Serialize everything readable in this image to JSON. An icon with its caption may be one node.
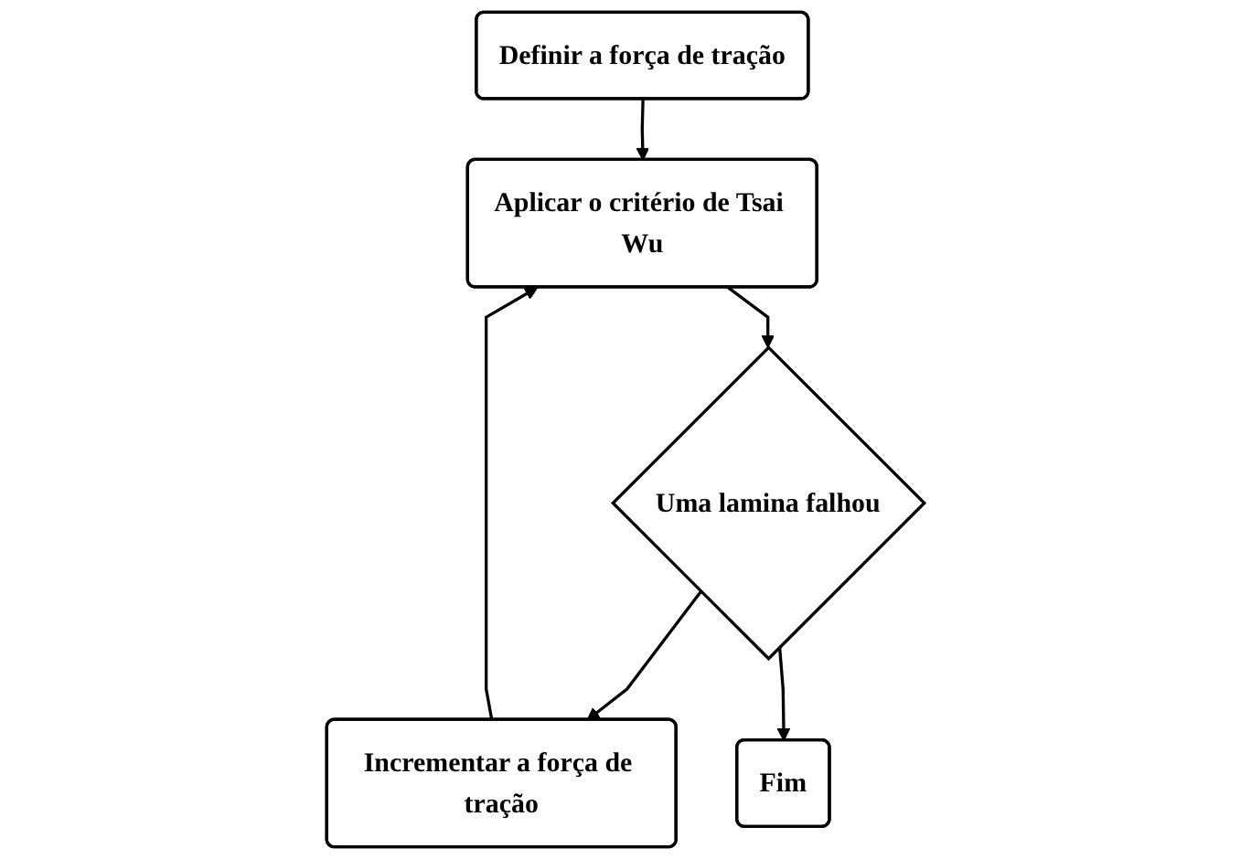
{
  "diagram": {
    "nodes": [
      {
        "text": [
          "Definir a força de tração"
        ]
      },
      {
        "text": [
          "Aplicar o critério de Tsai Wu"
        ]
      },
      {
        "text": [
          "Uma lamina falhou"
        ]
      },
      {
        "text": [
          "Incrementar a força de tração"
        ]
      },
      {
        "text": [
          "Fim"
        ]
      }
    ],
    "edges": [
      {
        "from": 0,
        "to": 1,
        "arrow": "to"
      },
      {
        "from": 1,
        "to": 2,
        "arrow": "to"
      },
      {
        "from": 2,
        "to": 3,
        "arrow": "to"
      },
      {
        "from": 3,
        "to": 1,
        "arrow": "to"
      },
      {
        "from": 2,
        "to": 4,
        "arrow": "to"
      }
    ]
  }
}
